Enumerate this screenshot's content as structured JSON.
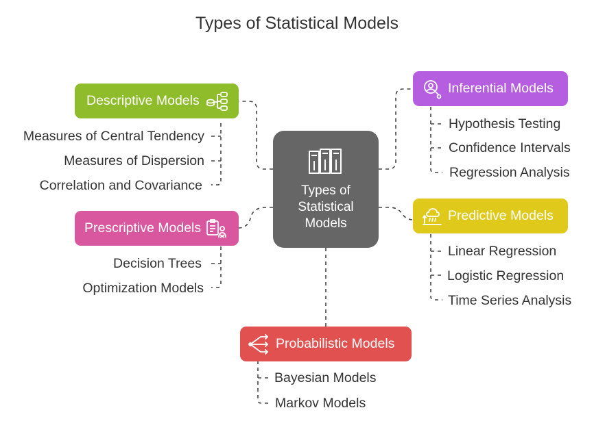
{
  "title": "Types of Statistical Models",
  "hub": {
    "lines": [
      "Types of",
      "Statistical",
      "Models"
    ],
    "icon": "columns-icon"
  },
  "colors": {
    "descriptive": "#8fbc2a",
    "inferential": "#b65ee0",
    "prescriptive": "#d9579f",
    "predictive": "#dfc91a",
    "probabilistic": "#e0514f",
    "hub": "#666666"
  },
  "categories": {
    "descriptive": {
      "label": "Descriptive Models",
      "icon": "database-tree-icon",
      "items": [
        "Measures of Central Tendency",
        "Measures of Dispersion",
        "Correlation and Covariance"
      ]
    },
    "inferential": {
      "label": "Inferential Models",
      "icon": "search-user-icon",
      "items": [
        "Hypothesis Testing",
        "Confidence Intervals",
        "Regression Analysis"
      ]
    },
    "prescriptive": {
      "label": "Prescriptive Models",
      "icon": "checklist-person-icon",
      "items": [
        "Decision Trees",
        "Optimization Models"
      ]
    },
    "predictive": {
      "label": "Predictive Models",
      "icon": "weather-forecast-icon",
      "items": [
        "Linear Regression",
        "Logistic Regression",
        "Time Series Analysis"
      ]
    },
    "probabilistic": {
      "label": "Probabilistic Models",
      "icon": "network-arrows-icon",
      "items": [
        "Bayesian Models",
        "Markov Models"
      ]
    }
  }
}
